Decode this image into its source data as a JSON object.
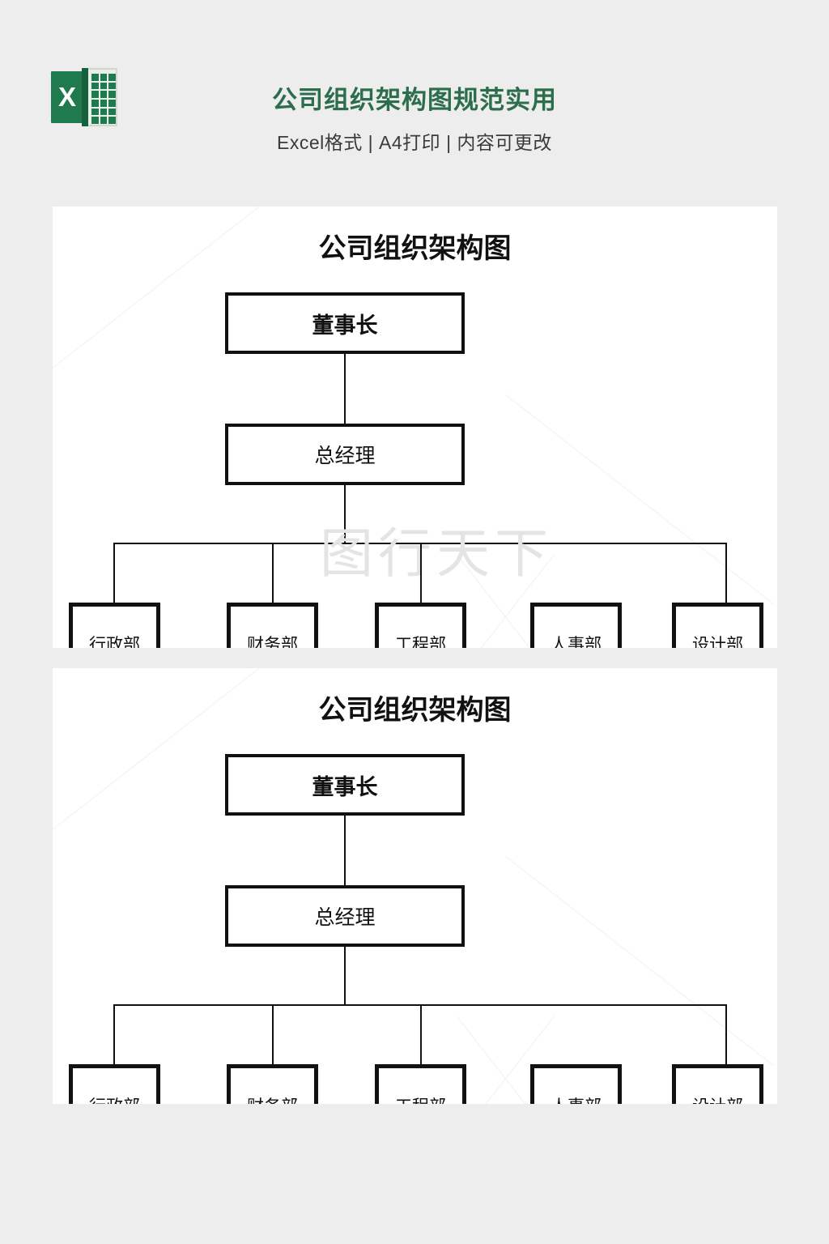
{
  "header": {
    "logo": {
      "icon": "excel-logo-icon",
      "letter": "X",
      "brand_color": "#1f7a4d"
    },
    "title": "公司组织架构图规范实用",
    "title_color": "#2c6e4c",
    "subtitle": "Excel格式 | A4打印 | 内容可更改",
    "subtitle_color": "#3a3a3a"
  },
  "page": {
    "background_color": "#ededed",
    "panel_background_color": "#ffffff"
  },
  "watermark": {
    "text": "图行天下",
    "color": "#e4e4e4"
  },
  "previews": [
    {
      "id": "preview-1",
      "chart_title": "公司组织架构图",
      "nodes": {
        "chairman": "董事长",
        "general_manager": "总经理",
        "departments": [
          "行政部",
          "财务部",
          "工程部",
          "人事部",
          "设计部"
        ]
      }
    },
    {
      "id": "preview-2",
      "chart_title": "公司组织架构图",
      "nodes": {
        "chairman": "董事长",
        "general_manager": "总经理",
        "departments": [
          "行政部",
          "财务部",
          "工程部",
          "人事部",
          "设计部"
        ]
      }
    }
  ],
  "chart_data": {
    "type": "diagram",
    "diagram_type": "org-chart",
    "title": "公司组织架构图",
    "levels": [
      {
        "level": 1,
        "nodes": [
          "董事长"
        ]
      },
      {
        "level": 2,
        "nodes": [
          "总经理"
        ]
      },
      {
        "level": 3,
        "nodes": [
          "行政部",
          "财务部",
          "工程部",
          "人事部",
          "设计部"
        ]
      }
    ],
    "edges": [
      {
        "from": "董事长",
        "to": "总经理"
      },
      {
        "from": "总经理",
        "to": "行政部"
      },
      {
        "from": "总经理",
        "to": "财务部"
      },
      {
        "from": "总经理",
        "to": "工程部"
      },
      {
        "from": "总经理",
        "to": "人事部"
      },
      {
        "from": "总经理",
        "to": "设计部"
      }
    ],
    "note": "Third level of boxes is clipped by the preview panel edge; only the tops of the department labels are visible."
  }
}
